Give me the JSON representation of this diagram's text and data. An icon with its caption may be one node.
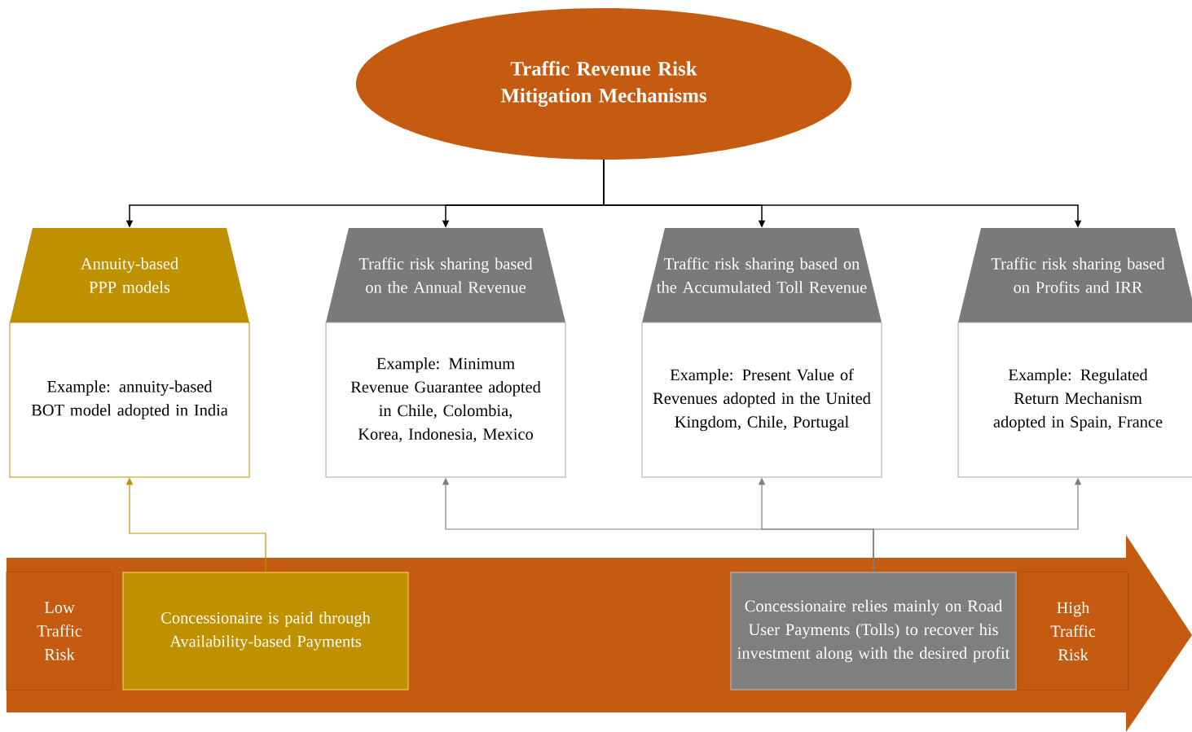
{
  "diagram": {
    "nodes": [
      {
        "text": [
          "Traffic Revenue Risk Mitigation Mechanisms"
        ]
      },
      {
        "text": [
          "Annuity-based PPP models"
        ]
      },
      {
        "text": [
          "Example: annuity-based BOT model adopted in India"
        ]
      },
      {
        "text": [
          "Traffic risk sharing based on the Annual Revenue"
        ]
      },
      {
        "text": [
          "Example: Minimum Revenue Guarantee adopted in Chile, Colombia, Korea, Indonesia, Mexico"
        ]
      },
      {
        "text": [
          "Traffic risk sharing based on the Accumulated Toll Revenue"
        ]
      },
      {
        "text": [
          "Example: Present Value of Revenues adopted in the United Kingdom, Chile, Portugal"
        ]
      },
      {
        "text": [
          "Traffic risk sharing based on Profits and IRR"
        ]
      },
      {
        "text": [
          "Example: Regulated Return Mechanism adopted in Spain, France"
        ]
      },
      {
        "text": [],
        "shape": "arrow"
      },
      {
        "text": [
          "Low Traffic Risk"
        ],
        "in": 9
      },
      {
        "text": [
          "Concessionaire is paid through Availability-based Payments"
        ],
        "in": 9
      },
      {
        "text": [
          "Concessionaire relies mainly on Road User Payments (Tolls) to recover his investment along with the desired profit"
        ],
        "in": 9
      },
      {
        "text": [
          "High Traffic Risk"
        ],
        "in": 9
      }
    ],
    "edges": [
      {
        "from": 0,
        "to": 1,
        "arrow": "to"
      },
      {
        "from": 0,
        "to": 3,
        "arrow": "to"
      },
      {
        "from": 0,
        "to": 5,
        "arrow": "to"
      },
      {
        "from": 0,
        "to": 7,
        "arrow": "to"
      },
      {
        "from": 11,
        "to": 2,
        "arrow": "to",
        "color": "#bf9000"
      },
      {
        "from": 12,
        "to": 4,
        "arrow": "to",
        "color": "#7f7f7f"
      },
      {
        "from": 12,
        "to": 6,
        "arrow": "to",
        "color": "#7f7f7f"
      },
      {
        "from": 12,
        "to": 8,
        "arrow": "to",
        "color": "#7f7f7f"
      }
    ]
  }
}
